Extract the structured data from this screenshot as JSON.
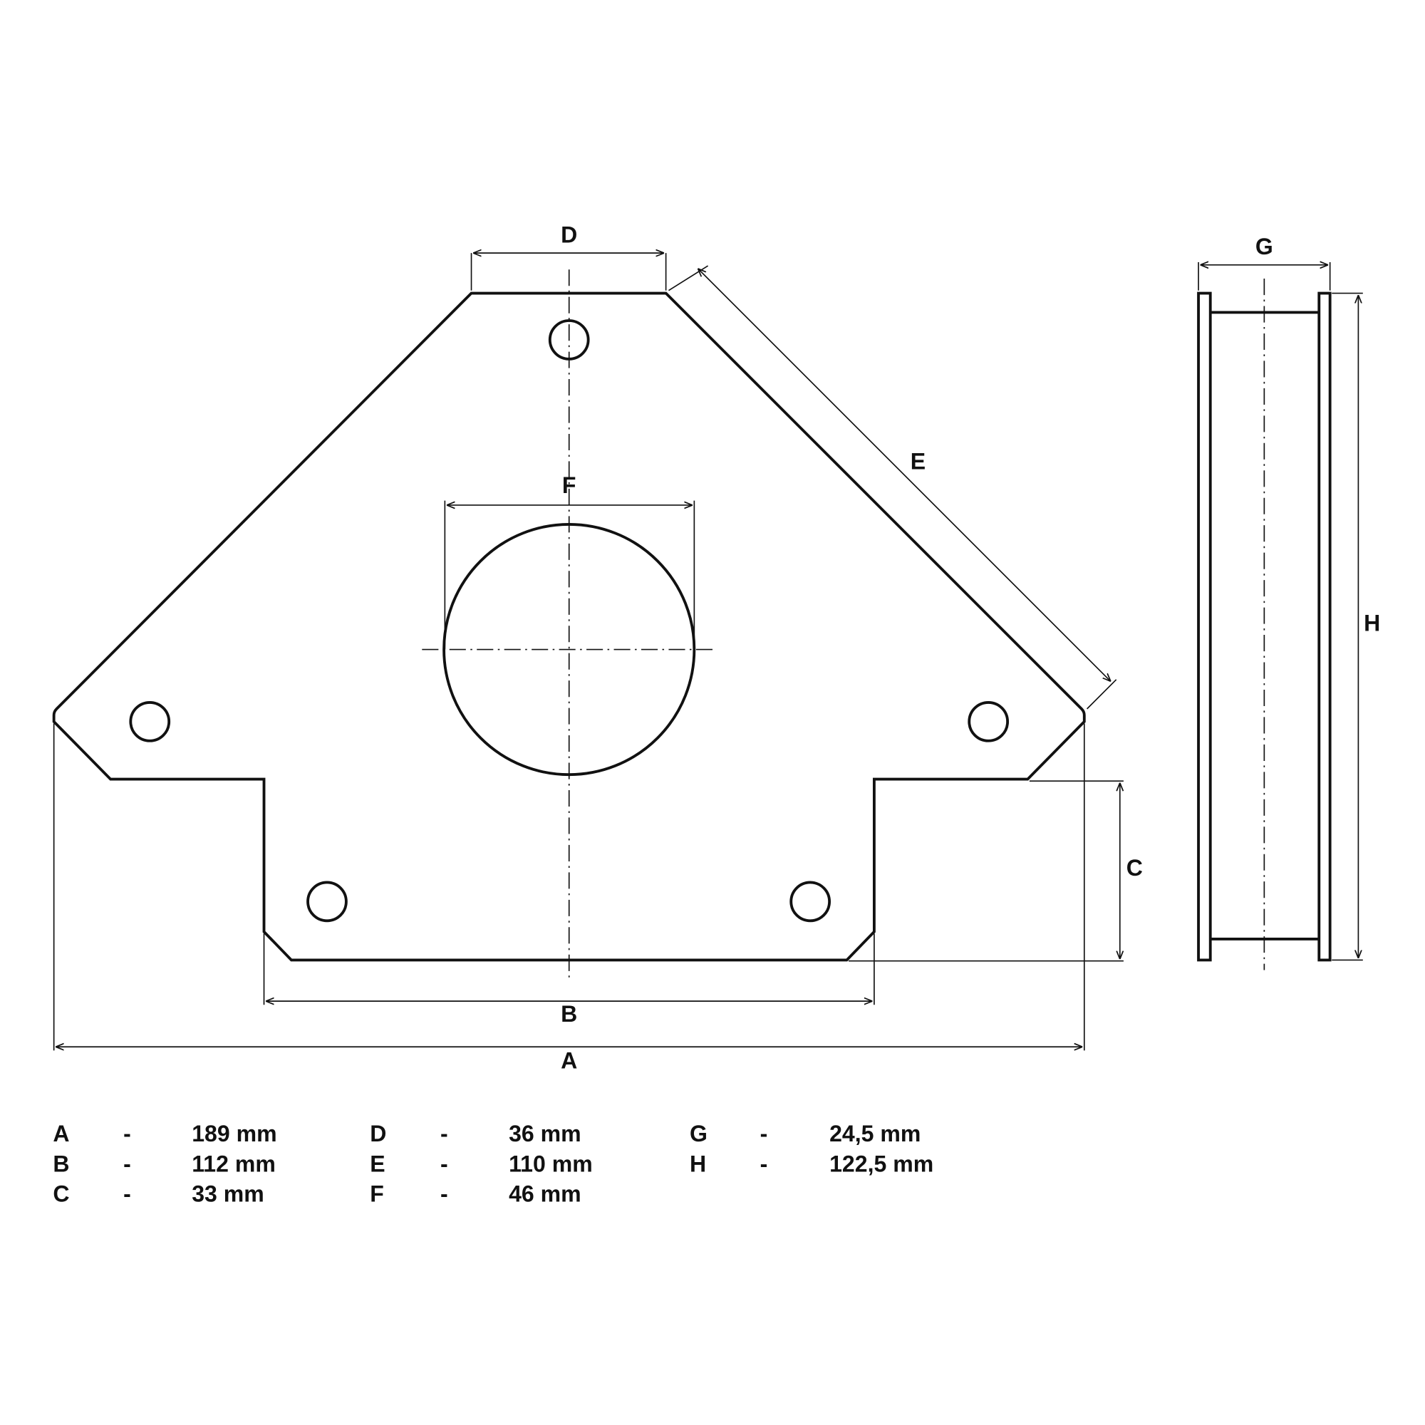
{
  "dimension_labels": {
    "A": "A",
    "B": "B",
    "C": "C",
    "D": "D",
    "E": "E",
    "F": "F",
    "G": "G",
    "H": "H"
  },
  "legend": [
    {
      "letter": "A",
      "sep": "-",
      "value": "189 mm"
    },
    {
      "letter": "B",
      "sep": "-",
      "value": "112 mm"
    },
    {
      "letter": "C",
      "sep": "-",
      "value": "33 mm"
    },
    {
      "letter": "D",
      "sep": "-",
      "value": "36 mm"
    },
    {
      "letter": "E",
      "sep": "-",
      "value": "110 mm"
    },
    {
      "letter": "F",
      "sep": "-",
      "value": "46 mm"
    },
    {
      "letter": "G",
      "sep": "-",
      "value": "24,5 mm"
    },
    {
      "letter": "H",
      "sep": "-",
      "value": "122,5 mm"
    }
  ]
}
